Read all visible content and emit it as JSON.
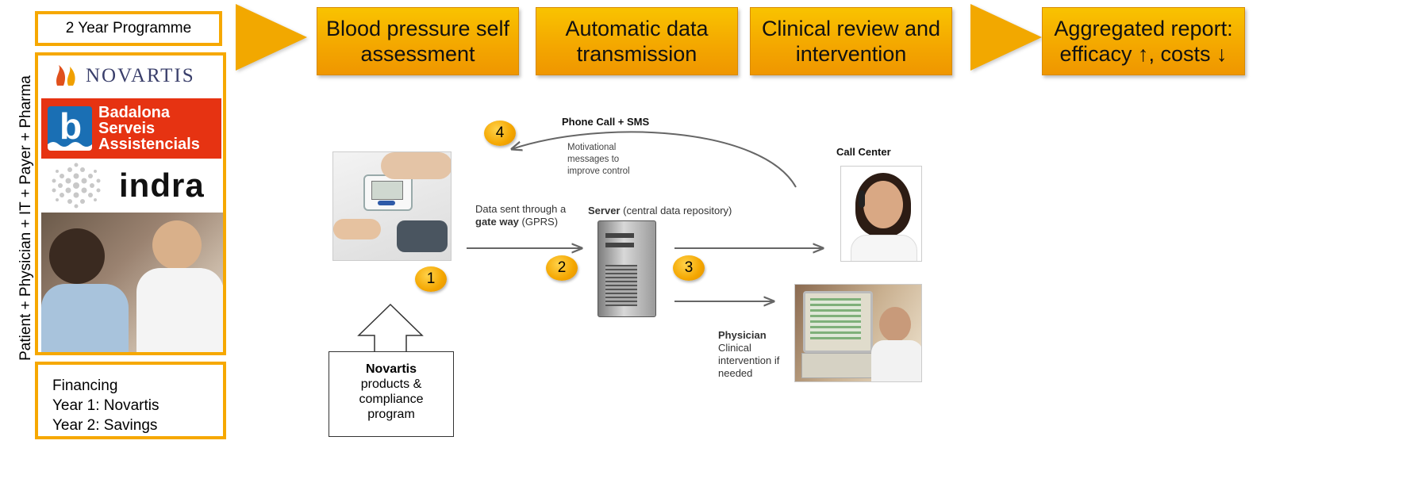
{
  "header": {
    "programme_label": "2 Year Programme",
    "step1": "Blood pressure self assessment",
    "step2": "Automatic data transmission",
    "step3": "Clinical review and intervention",
    "step4": "Aggregated report: efficacy ↑, costs ↓"
  },
  "sidebar": {
    "vertical_label": "Patient + Physician + IT + Payer + Pharma",
    "partners": {
      "novartis": "NOVARTIS",
      "badalona_line1": "Badalona",
      "badalona_line2": "Serveis",
      "badalona_line3": "Assistencials",
      "indra": "indra"
    },
    "financing": {
      "title": "Financing",
      "year1": "Year 1: Novartis",
      "year2": "Year 2: Savings"
    }
  },
  "diagram": {
    "phone_call": "Phone Call + SMS",
    "motivational": "Motivational messages to improve control",
    "call_center": "Call Center",
    "data_sent_1": "Data sent through a",
    "data_sent_bold": "gate way",
    "data_sent_2": "(GPRS)",
    "server_bold": "Server",
    "server_rest": "(central data repository)",
    "physician_title": "Physician",
    "physician_desc": "Clinical intervention if needed",
    "novartis_box_title": "Novartis",
    "novartis_box_desc": "products & compliance program",
    "badges": [
      "1",
      "2",
      "3",
      "4"
    ]
  },
  "colors": {
    "accent": "#f6a800",
    "badalona_red": "#e63312",
    "badalona_blue": "#1a6fb4"
  }
}
